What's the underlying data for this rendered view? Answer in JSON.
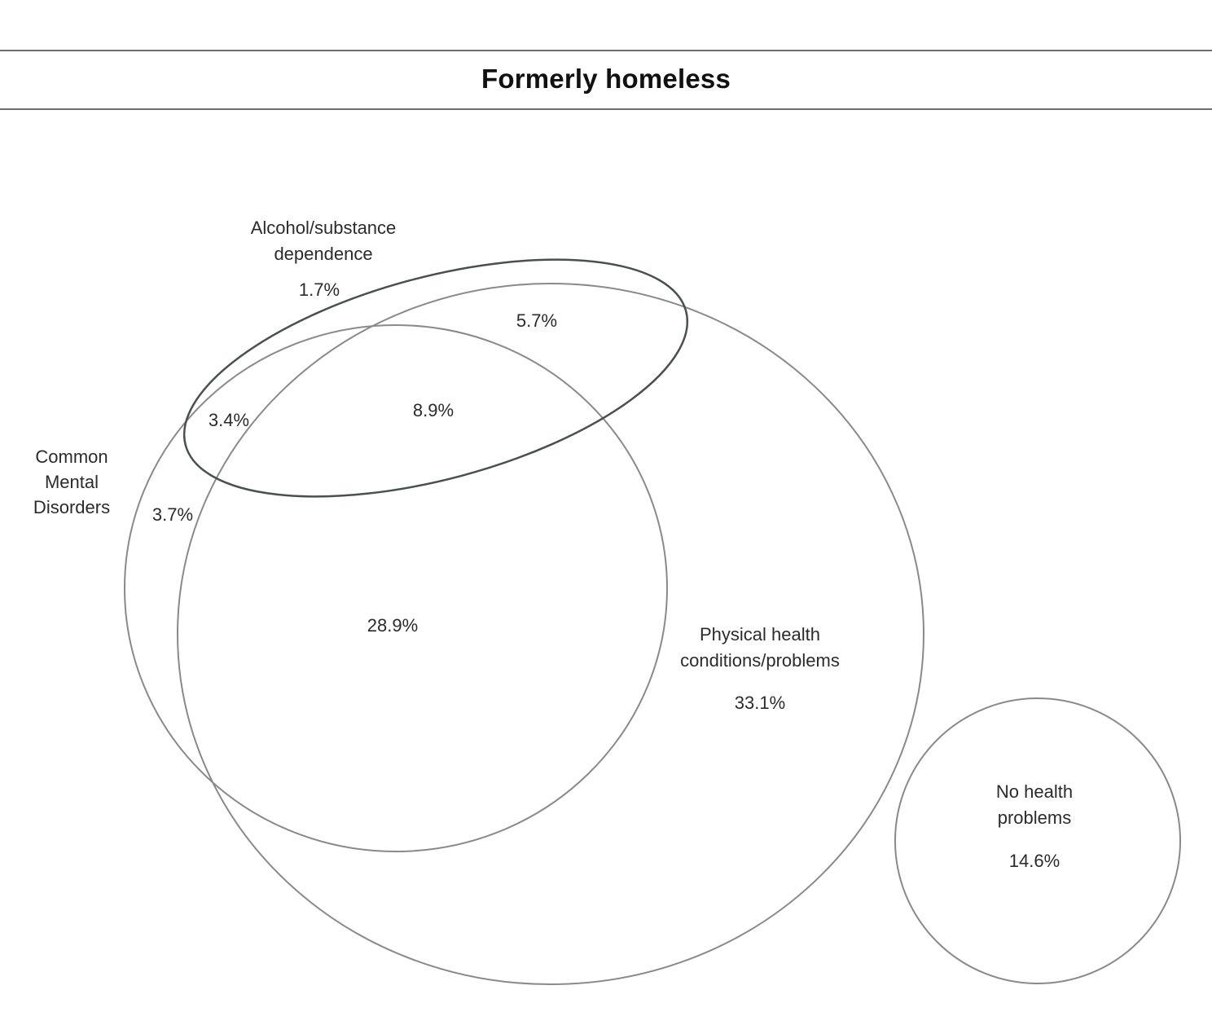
{
  "title": "Formerly homeless",
  "sets": {
    "alcohol": {
      "label_line1": "Alcohol/substance",
      "label_line2": "dependence",
      "only_pct": "1.7%"
    },
    "mental": {
      "label_line1": "Common",
      "label_line2": "Mental",
      "label_line3": "Disorders",
      "only_pct": "3.7%"
    },
    "physical": {
      "label_line1": "Physical health",
      "label_line2": "conditions/problems",
      "only_pct": "33.1%"
    },
    "none": {
      "label_line1": "No health",
      "label_line2": "problems",
      "pct": "14.6%"
    }
  },
  "intersections": {
    "alcohol_physical": "5.7%",
    "alcohol_mental": "3.4%",
    "alcohol_mental_physical": "8.9%",
    "mental_physical": "28.9%"
  },
  "colors": {
    "outline": "#8a8a8a",
    "alcohol_outline": "#4a5050",
    "rule": "#6e6e6e"
  },
  "chart_data": {
    "type": "venn",
    "title": "Formerly homeless",
    "sets": [
      "Alcohol/substance dependence",
      "Common Mental Disorders",
      "Physical health conditions/problems",
      "No health problems"
    ],
    "regions": [
      {
        "sets": [
          "Alcohol/substance dependence"
        ],
        "value": 1.7
      },
      {
        "sets": [
          "Common Mental Disorders"
        ],
        "value": 3.7
      },
      {
        "sets": [
          "Physical health conditions/problems"
        ],
        "value": 33.1
      },
      {
        "sets": [
          "Alcohol/substance dependence",
          "Physical health conditions/problems"
        ],
        "value": 5.7
      },
      {
        "sets": [
          "Alcohol/substance dependence",
          "Common Mental Disorders"
        ],
        "value": 3.4
      },
      {
        "sets": [
          "Alcohol/substance dependence",
          "Common Mental Disorders",
          "Physical health conditions/problems"
        ],
        "value": 8.9
      },
      {
        "sets": [
          "Common Mental Disorders",
          "Physical health conditions/problems"
        ],
        "value": 28.9
      },
      {
        "sets": [
          "No health problems"
        ],
        "value": 14.6
      }
    ],
    "unit": "%"
  }
}
